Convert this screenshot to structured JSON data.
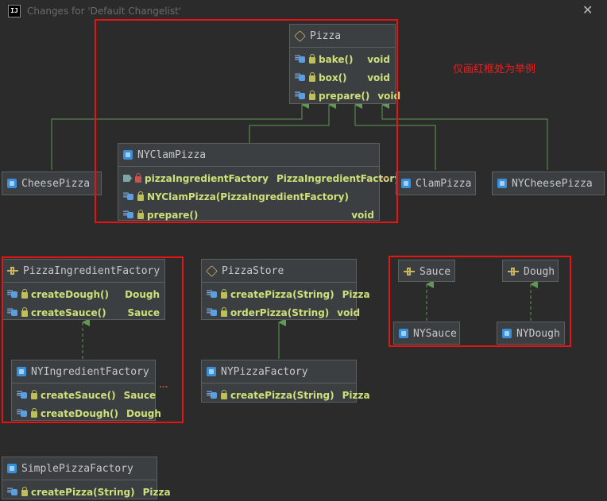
{
  "window": {
    "title": "Changes for 'Default Changelist'",
    "close_glyph": "✕",
    "app_icon": "IJ"
  },
  "note": "仅画红框处为举例",
  "ellipsis": "...",
  "nodes": {
    "pizza": {
      "name": "Pizza",
      "kind": "interface",
      "methods": [
        {
          "name": "bake()",
          "type": "void"
        },
        {
          "name": "box()",
          "type": "void"
        },
        {
          "name": "prepare()",
          "type": "void"
        }
      ]
    },
    "nyclampizza": {
      "name": "NYClamPizza",
      "kind": "class",
      "members": [
        {
          "name": "pizzaIngredientFactory",
          "type": "PizzaIngredientFactory"
        },
        {
          "name": "NYClamPizza(PizzaIngredientFactory)",
          "type": ""
        },
        {
          "name": "prepare()",
          "type": "void"
        }
      ]
    },
    "cheesepizza": {
      "name": "CheesePizza"
    },
    "clampizza": {
      "name": "ClamPizza"
    },
    "nycheesepizza": {
      "name": "NYCheesePizza"
    },
    "pizzaingredientfactory": {
      "name": "PizzaIngredientFactory",
      "methods": [
        {
          "name": "createDough()",
          "type": "Dough"
        },
        {
          "name": "createSauce()",
          "type": "Sauce"
        }
      ]
    },
    "nyingredientfactory": {
      "name": "NYIngredientFactory",
      "methods": [
        {
          "name": "createSauce()",
          "type": "Sauce"
        },
        {
          "name": "createDough()",
          "type": "Dough"
        }
      ]
    },
    "pizzastore": {
      "name": "PizzaStore",
      "methods": [
        {
          "name": "createPizza(String)",
          "type": "Pizza"
        },
        {
          "name": "orderPizza(String)",
          "type": "void"
        }
      ]
    },
    "nypizzafactory": {
      "name": "NYPizzaFactory",
      "methods": [
        {
          "name": "createPizza(String)",
          "type": "Pizza"
        }
      ]
    },
    "sauce": {
      "name": "Sauce"
    },
    "dough": {
      "name": "Dough"
    },
    "nysauce": {
      "name": "NYSauce"
    },
    "nydough": {
      "name": "NYDough"
    },
    "simplepizzafactory": {
      "name": "SimplePizzaFactory",
      "methods": [
        {
          "name": "createPizza(String)",
          "type": "Pizza"
        }
      ]
    }
  },
  "colors": {
    "background": "#2b2b2b",
    "node": "#3c3f41",
    "member": "#cde07a",
    "edge": "#629755",
    "highlight": "#e81414"
  }
}
